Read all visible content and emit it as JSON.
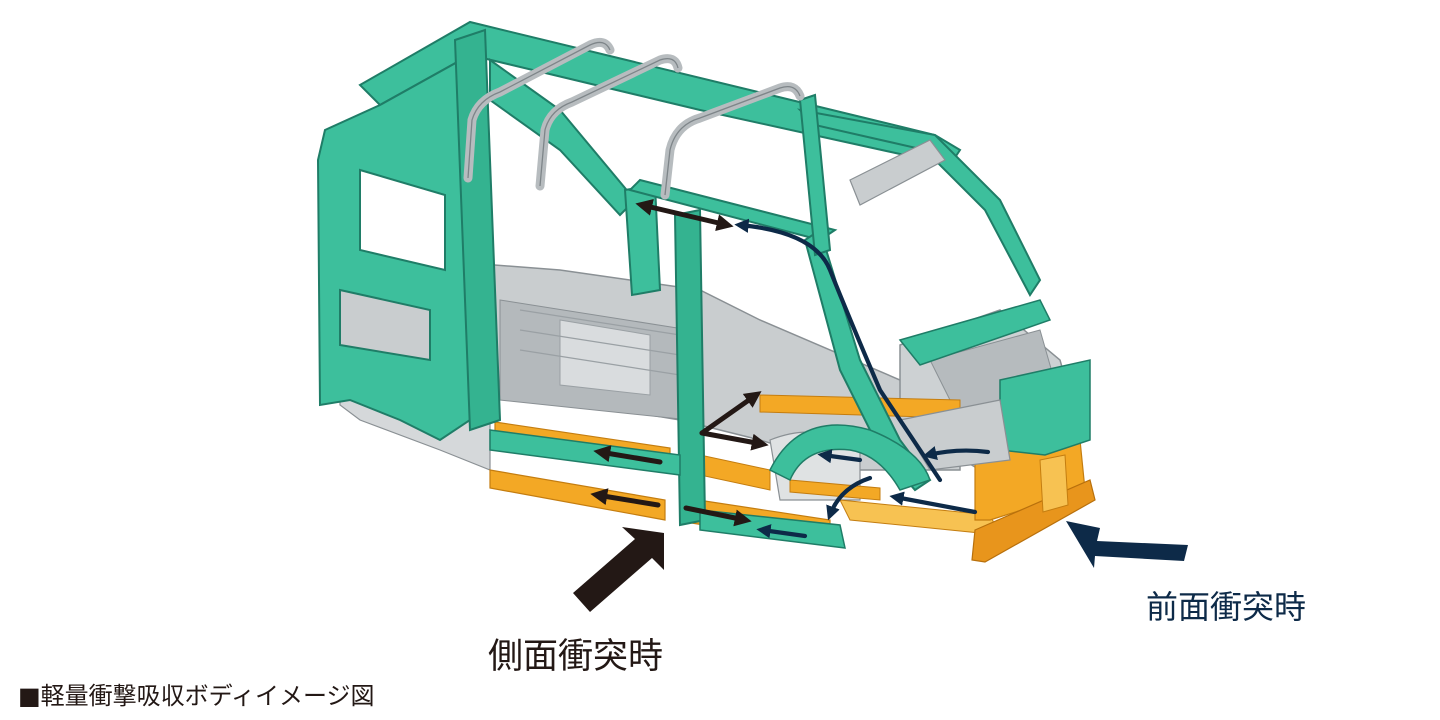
{
  "labels": {
    "side_impact": "側面衝突時",
    "front_impact": "前面衝突時",
    "caption": "■軽量衝撃吸収ボディイメージ図"
  },
  "colors": {
    "body_frame": "#3dbf9c",
    "body_frame_dark": "#23917a",
    "body_frame_light": "#7fdcc0",
    "steel_inner": "#c9cdcf",
    "reinforcement": "#f3a825",
    "side_arrow": "#231815",
    "front_arrow": "#0d2a48"
  }
}
